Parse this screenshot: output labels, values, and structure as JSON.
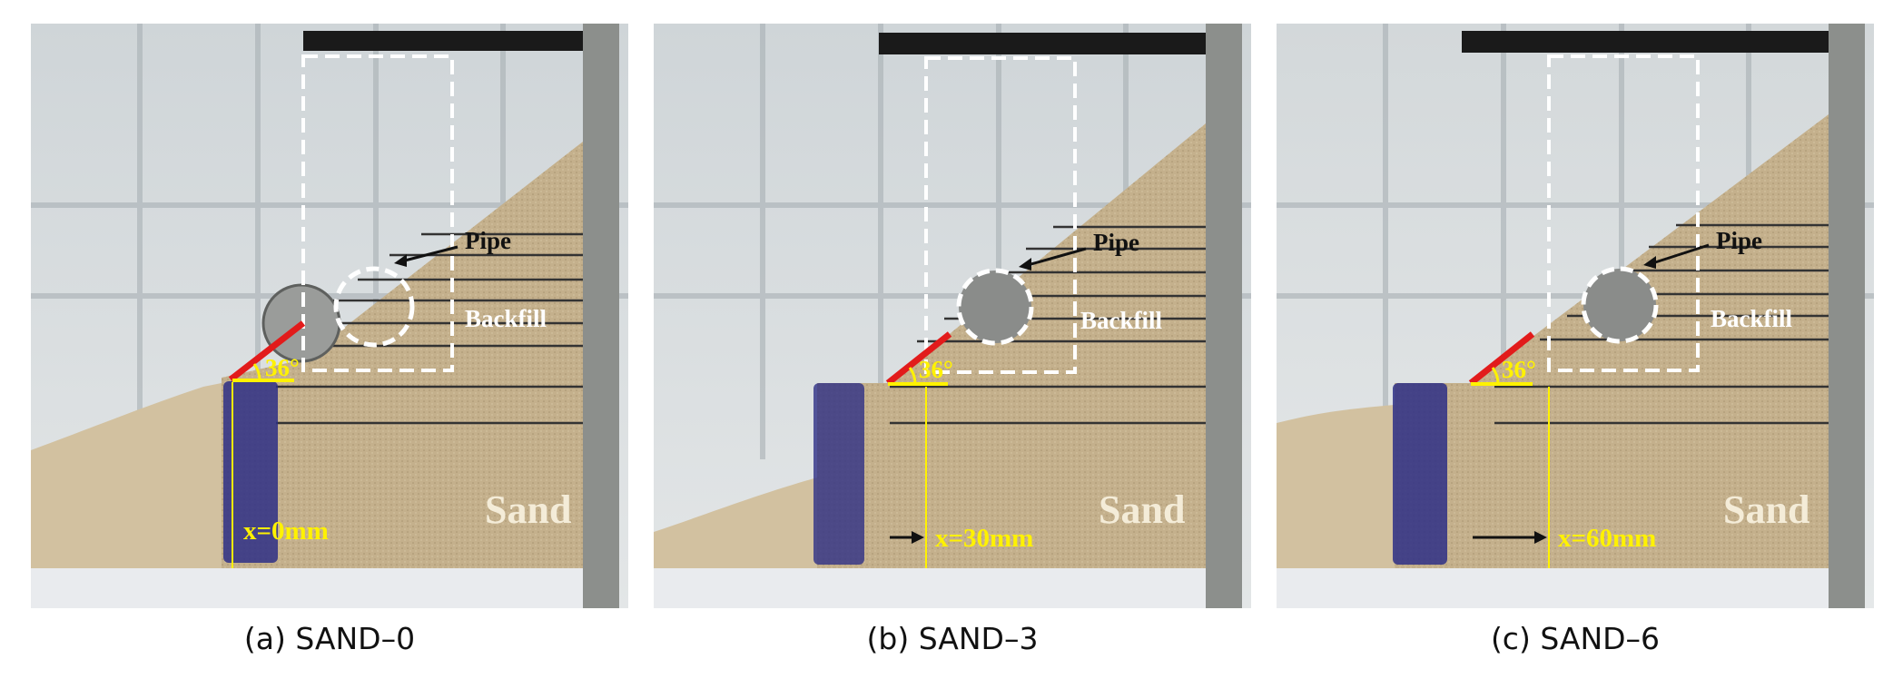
{
  "colors": {
    "window_bg": "#d9dde0",
    "mullion": "#9aa3a8",
    "sand": "#c4b08c",
    "sand_dark": "#a8946f",
    "backfill": "#c9b690",
    "block": "#2e2f86",
    "red_line": "#e21b1b",
    "yellow": "#fff200",
    "dash_white": "#ffffff",
    "tape": "#1a1a1a",
    "pipe_fill": "#8a8c8a",
    "floor": "#e9ebee"
  },
  "panels": [
    {
      "caption": "(a) SAND–0",
      "pipe_label": "Pipe",
      "backfill_label": "Backfill",
      "sand_label": "Sand",
      "angle_label": "36°",
      "x_label": "x=0mm",
      "pipe_state": "displaced"
    },
    {
      "caption": "(b) SAND–3",
      "pipe_label": "Pipe",
      "backfill_label": "Backfill",
      "sand_label": "Sand",
      "angle_label": "36°",
      "x_label": "x=30mm",
      "pipe_state": "intact"
    },
    {
      "caption": "(c) SAND–6",
      "pipe_label": "Pipe",
      "backfill_label": "Backfill",
      "sand_label": "Sand",
      "angle_label": "36°",
      "x_label": "x=60mm",
      "pipe_state": "intact"
    }
  ]
}
